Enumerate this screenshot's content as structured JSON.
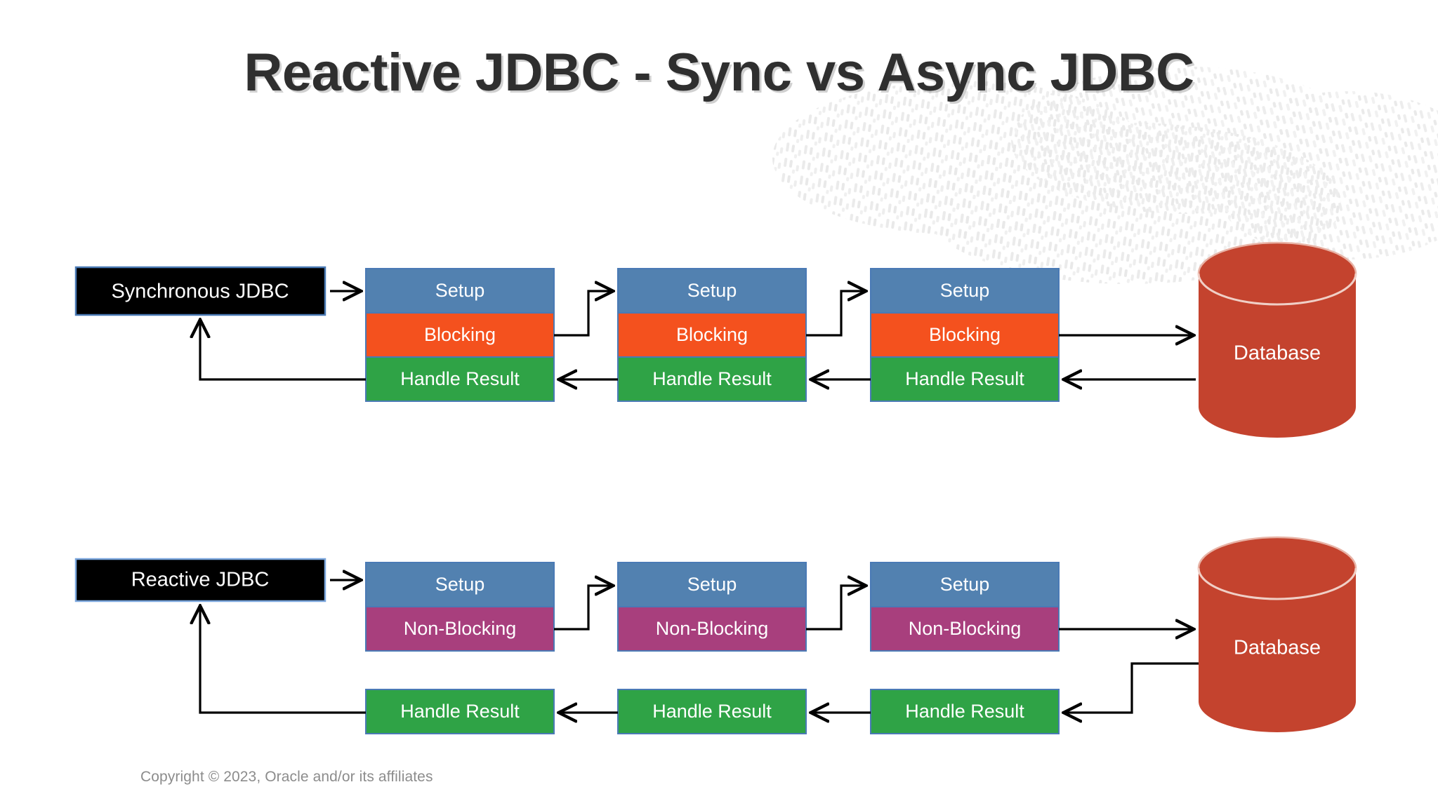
{
  "slide": {
    "title": "Reactive JDBC - Sync vs Async JDBC",
    "footer": "Copyright © 2023, Oracle and/or its affiliates",
    "background_color": "#ffffff",
    "title_color": "#2f2f2f",
    "footer_color": "#8c8c8c"
  },
  "colors": {
    "setup": "#5281b0",
    "blocking": "#f4511e",
    "non_blocking": "#a83f7d",
    "handle_result": "#2fa346",
    "database": "#c4432e",
    "database_edge": "#e8b3a6",
    "black_box": "#000000",
    "box_border": "#4a7ab5",
    "connector": "#000000"
  },
  "rows": [
    {
      "id": "synchronous",
      "entry_label": "Synchronous JDBC",
      "database_label": "Database",
      "stacks": [
        {
          "segments": [
            {
              "key": "setup",
              "label": "Setup"
            },
            {
              "key": "blocking",
              "label": "Blocking"
            },
            {
              "key": "handle_result",
              "label": "Handle Result"
            }
          ]
        },
        {
          "segments": [
            {
              "key": "setup",
              "label": "Setup"
            },
            {
              "key": "blocking",
              "label": "Blocking"
            },
            {
              "key": "handle_result",
              "label": "Handle Result"
            }
          ]
        },
        {
          "segments": [
            {
              "key": "setup",
              "label": "Setup"
            },
            {
              "key": "blocking",
              "label": "Blocking"
            },
            {
              "key": "handle_result",
              "label": "Handle Result"
            }
          ]
        }
      ]
    },
    {
      "id": "reactive",
      "entry_label": "Reactive JDBC",
      "database_label": "Database",
      "stacks": [
        {
          "segments": [
            {
              "key": "setup",
              "label": "Setup"
            },
            {
              "key": "non_blocking",
              "label": "Non-Blocking"
            }
          ],
          "detached": {
            "key": "handle_result",
            "label": "Handle Result"
          }
        },
        {
          "segments": [
            {
              "key": "setup",
              "label": "Setup"
            },
            {
              "key": "non_blocking",
              "label": "Non-Blocking"
            }
          ],
          "detached": {
            "key": "handle_result",
            "label": "Handle Result"
          }
        },
        {
          "segments": [
            {
              "key": "setup",
              "label": "Setup"
            },
            {
              "key": "non_blocking",
              "label": "Non-Blocking"
            }
          ],
          "detached": {
            "key": "handle_result",
            "label": "Handle Result"
          }
        }
      ]
    }
  ],
  "labels": {
    "row1_entry": "Synchronous JDBC",
    "row1_db": "Database",
    "row2_entry": "Reactive JDBC",
    "row2_db": "Database",
    "setup": "Setup",
    "blocking": "Blocking",
    "non_blocking": "Non-Blocking",
    "handle_result": "Handle Result"
  }
}
